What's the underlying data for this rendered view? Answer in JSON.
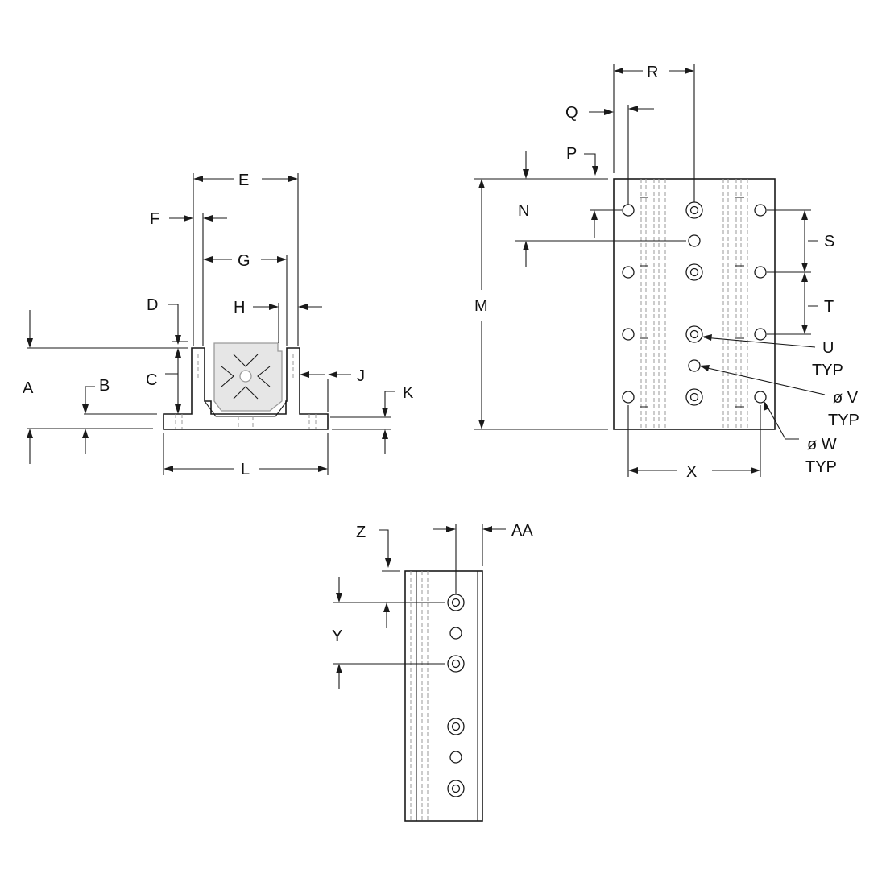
{
  "drawing": {
    "line_color": "#1a1a1a",
    "hidden_line_color": "#9a9a9a",
    "profile_fill": "#e6e6e6"
  },
  "labels": {
    "A": "A",
    "B": "B",
    "C": "C",
    "D": "D",
    "E": "E",
    "F": "F",
    "G": "G",
    "H": "H",
    "J": "J",
    "K": "K",
    "L": "L",
    "M": "M",
    "N": "N",
    "P": "P",
    "Q": "Q",
    "R": "R",
    "S": "S",
    "T": "T",
    "U": "U",
    "V": "ø V",
    "W": "ø W",
    "X": "X",
    "Y": "Y",
    "Z": "Z",
    "AA": "AA",
    "typ": "TYP"
  }
}
